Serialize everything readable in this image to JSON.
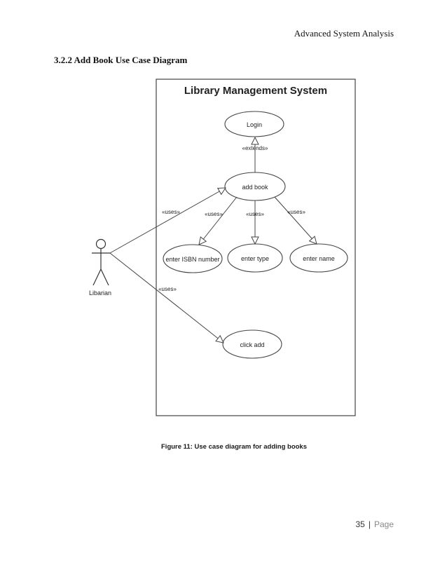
{
  "header": {
    "running_title": "Advanced System Analysis"
  },
  "section": {
    "heading": "3.2.2 Add Book Use Case Diagram"
  },
  "diagram": {
    "system_title": "Library Management System",
    "actor": "Libarian",
    "use_cases": {
      "login": "Login",
      "add_book": "add book",
      "enter_isbn": "enter ISBN number",
      "enter_type": "enter type",
      "enter_name": "enter name",
      "click_add": "click add"
    },
    "relations": {
      "extends": "«extends»",
      "uses": "«uses»"
    }
  },
  "figure": {
    "caption": "Figure 11: Use case diagram for adding books"
  },
  "footer": {
    "page_number": "35",
    "separator": "|",
    "page_word": "Page"
  }
}
